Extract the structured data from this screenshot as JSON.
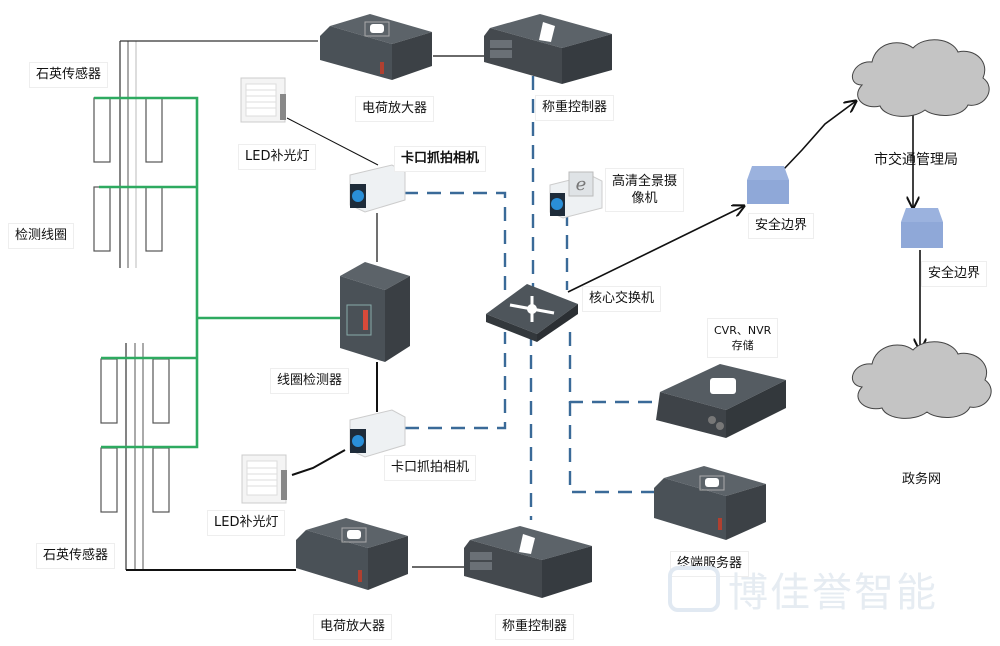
{
  "diagram": {
    "title": "称重与卡口系统网络拓扑图",
    "nodes": {
      "quartz_sensor_top": {
        "label": "石英传感器"
      },
      "detection_loop": {
        "label": "检测线圈"
      },
      "led_light_top": {
        "label": "LED补光灯"
      },
      "charge_amp_top": {
        "label": "电荷放大器"
      },
      "weigh_ctrl_top": {
        "label": "称重控制器"
      },
      "checkpoint_cam_top": {
        "label": "卡口抓拍相机"
      },
      "hd_panorama_cam": {
        "label": "高清全景摄像机",
        "line1": "高清全景摄",
        "line2": "像机"
      },
      "core_switch": {
        "label": "核心交换机"
      },
      "security_boundary_1": {
        "label": "安全边界"
      },
      "city_traffic_bureau": {
        "label": "市交通管理局"
      },
      "security_boundary_2": {
        "label": "安全边界"
      },
      "gov_network": {
        "label": "政务网"
      },
      "loop_detector": {
        "label": "线圈检测器"
      },
      "cvr_nvr_storage": {
        "label": "CVR、NVR存储",
        "line1": "CVR、NVR",
        "line2": "存储"
      },
      "checkpoint_cam_bottom": {
        "label": "卡口抓拍相机"
      },
      "led_light_bottom": {
        "label": "LED补光灯"
      },
      "terminal_server": {
        "label": "终端服务器"
      },
      "quartz_sensor_bottom": {
        "label": "石英传感器"
      },
      "charge_amp_bottom": {
        "label": "电荷放大器"
      },
      "weigh_ctrl_bottom": {
        "label": "称重控制器"
      }
    },
    "edges": [
      {
        "from": "quartz_sensor_top",
        "to": "charge_amp_top",
        "style": "solid"
      },
      {
        "from": "charge_amp_top",
        "to": "weigh_ctrl_top",
        "style": "solid"
      },
      {
        "from": "weigh_ctrl_top",
        "to": "core_switch",
        "style": "dashed"
      },
      {
        "from": "led_light_top",
        "to": "checkpoint_cam_top",
        "style": "solid"
      },
      {
        "from": "checkpoint_cam_top",
        "to": "core_switch",
        "style": "dashed"
      },
      {
        "from": "checkpoint_cam_top",
        "to": "loop_detector",
        "style": "solid"
      },
      {
        "from": "hd_panorama_cam",
        "to": "core_switch",
        "style": "dashed"
      },
      {
        "from": "detection_loop",
        "to": "loop_detector",
        "style": "green"
      },
      {
        "from": "loop_detector",
        "to": "checkpoint_cam_bottom",
        "style": "solid"
      },
      {
        "from": "led_light_bottom",
        "to": "checkpoint_cam_bottom",
        "style": "solid"
      },
      {
        "from": "checkpoint_cam_bottom",
        "to": "core_switch",
        "style": "dashed"
      },
      {
        "from": "core_switch",
        "to": "cvr_nvr_storage",
        "style": "dashed"
      },
      {
        "from": "core_switch",
        "to": "terminal_server",
        "style": "dashed"
      },
      {
        "from": "core_switch",
        "to": "weigh_ctrl_bottom",
        "style": "dashed"
      },
      {
        "from": "quartz_sensor_bottom",
        "to": "charge_amp_bottom",
        "style": "solid"
      },
      {
        "from": "charge_amp_bottom",
        "to": "weigh_ctrl_bottom",
        "style": "solid"
      },
      {
        "from": "core_switch",
        "to": "security_boundary_1",
        "style": "arrow"
      },
      {
        "from": "security_boundary_1",
        "to": "city_traffic_bureau",
        "style": "arrow"
      },
      {
        "from": "city_traffic_bureau",
        "to": "security_boundary_2",
        "style": "arrow"
      },
      {
        "from": "security_boundary_2",
        "to": "gov_network",
        "style": "arrow"
      }
    ],
    "colors": {
      "green_line": "#2eaa60",
      "dashed_line": "#3a6a98",
      "device_dark": "#4a5157",
      "boundary_blue": "#8fa8d8",
      "cloud_gray": "#c4c4c4"
    },
    "watermark": "博佳誉智能"
  }
}
